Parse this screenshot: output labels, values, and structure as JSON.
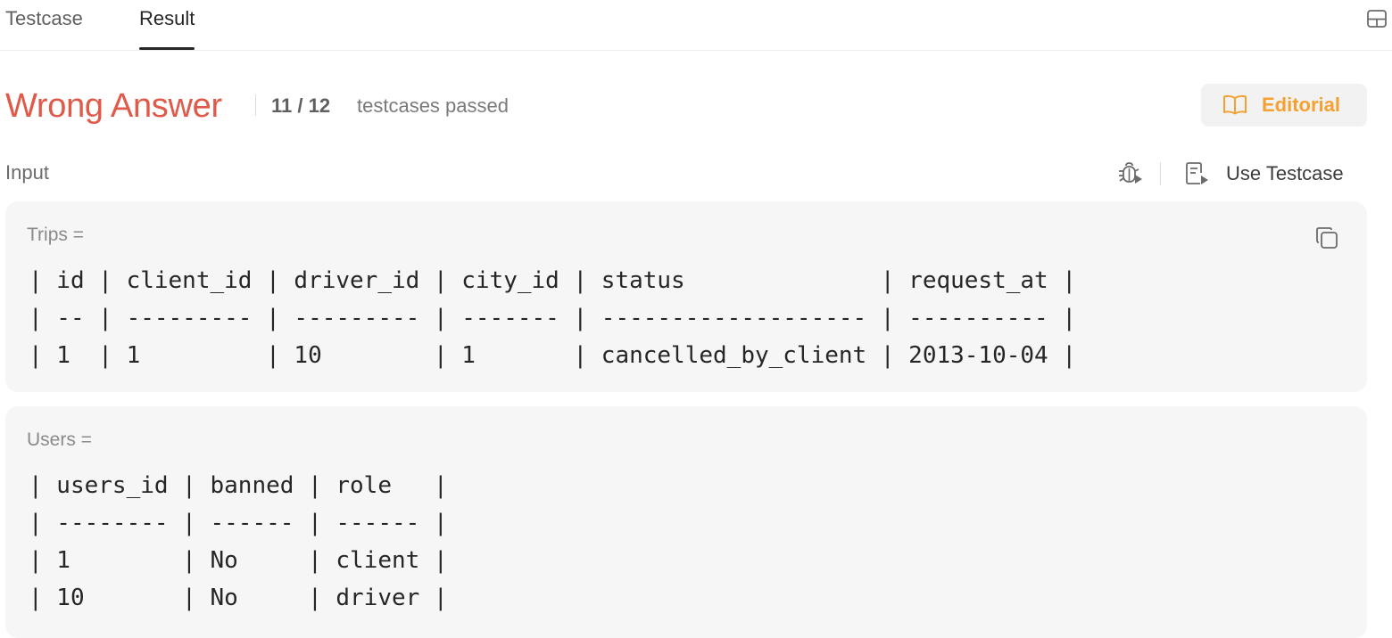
{
  "tabs": [
    {
      "label": "Testcase",
      "active": false
    },
    {
      "label": "Result",
      "active": true
    }
  ],
  "icons": {
    "layout": "panel-layout-icon",
    "editorial": "book-open-icon",
    "debug": "bug-play-icon",
    "use_testcase": "document-play-icon",
    "copy": "copy-icon"
  },
  "result": {
    "verdict": "Wrong Answer",
    "passed": "11 / 12",
    "passed_label": "testcases passed",
    "verdict_color": "#e05a4a"
  },
  "editorial": {
    "label": "Editorial",
    "color": "#f4a132"
  },
  "input": {
    "label": "Input",
    "use_testcase_label": "Use Testcase"
  },
  "tables": [
    {
      "name": "Trips =",
      "lines": [
        "| id | client_id | driver_id | city_id | status              | request_at |",
        "| -- | --------- | --------- | ------- | ------------------- | ---------- |",
        "| 1  | 1         | 10        | 1       | cancelled_by_client | 2013-10-04 |"
      ]
    },
    {
      "name": "Users =",
      "lines": [
        "| users_id | banned | role   |",
        "| -------- | ------ | ------ |",
        "| 1        | No     | client |",
        "| 10       | No     | driver |"
      ]
    }
  ]
}
